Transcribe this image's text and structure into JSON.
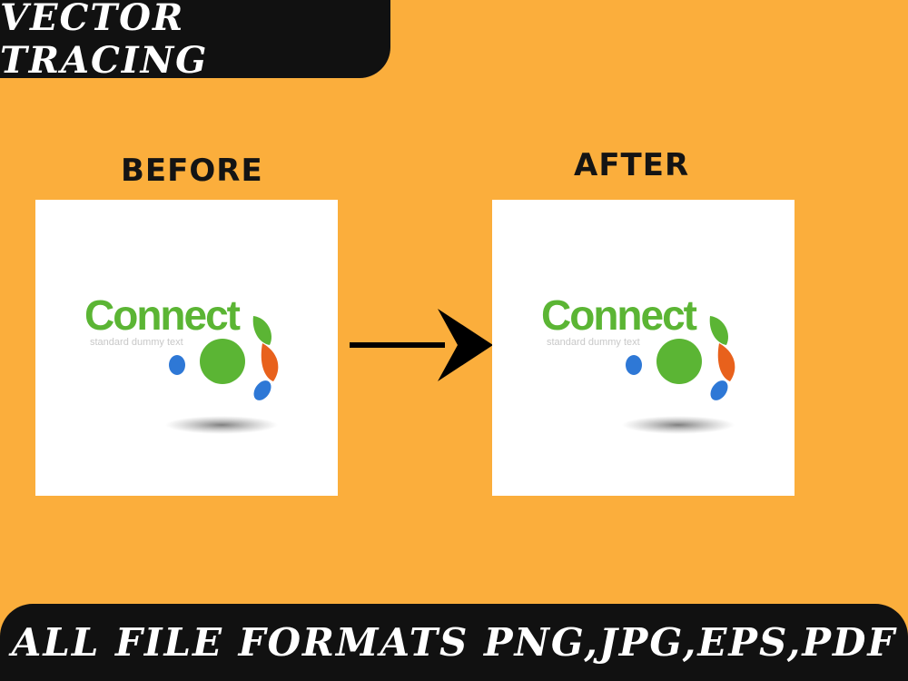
{
  "header": {
    "title": "VECTOR TRACING"
  },
  "before": {
    "label": "BEFORE",
    "logo_word": "Connect",
    "logo_tagline": "standard dummy text"
  },
  "after": {
    "label": "AFTER",
    "logo_word": "Connect",
    "logo_tagline": "standard dummy text"
  },
  "footer": {
    "text": "ALL FILE FORMATS PNG,JPG,EPS,PDF"
  },
  "colors": {
    "background": "#FBAE3C",
    "banner": "#111111",
    "logo_green": "#5BB534",
    "logo_blue": "#2E78D6",
    "logo_orange": "#E8611C",
    "arrow": "#000000"
  },
  "icons": {
    "arrow": "arrow-right-icon"
  }
}
